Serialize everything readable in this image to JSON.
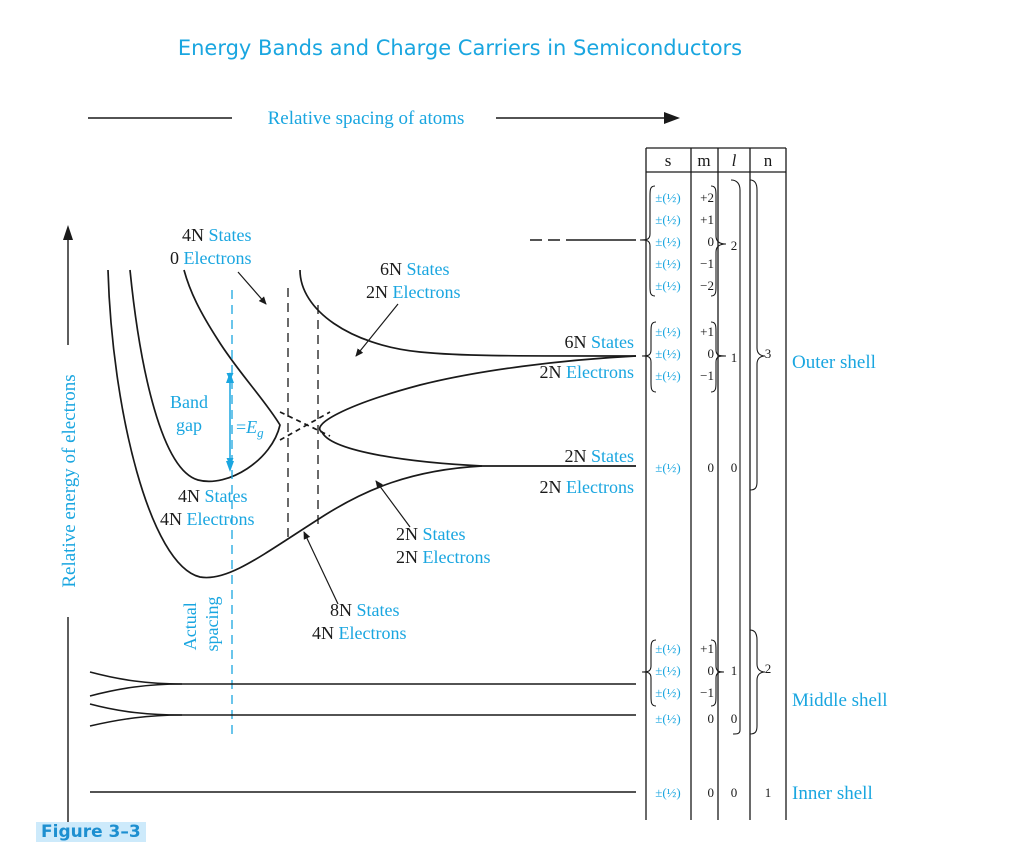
{
  "header": {
    "title": "Energy Bands and Charge Carriers in Semiconductors"
  },
  "figure_label": "Figure 3–3",
  "axes": {
    "x_label": "Relative spacing of atoms",
    "y_label": "Relative energy of electrons"
  },
  "band_labels": [
    {
      "count": "4N",
      "states": "States",
      "electrons_count": "0",
      "electrons": "Electrons"
    },
    {
      "count": "6N",
      "states": "States",
      "electrons_count": "2N",
      "electrons": "Electrons"
    },
    {
      "count": "4N",
      "states": "States",
      "electrons_count": "4N",
      "electrons": "Electrons"
    },
    {
      "count": "2N",
      "states": "States",
      "electrons_count": "2N",
      "electrons": "Electrons"
    },
    {
      "count": "8N",
      "states": "States",
      "electrons_count": "4N",
      "electrons": "Electrons"
    }
  ],
  "level_labels": [
    {
      "count": "6N",
      "states": "States",
      "electrons_count": "2N",
      "electrons": "Electrons"
    },
    {
      "count": "2N",
      "states": "States",
      "electrons_count": "2N",
      "electrons": "Electrons"
    }
  ],
  "band_gap": {
    "line1": "Band",
    "line2": "gap",
    "eq": "=",
    "symbol": "E",
    "subscript": "g"
  },
  "actual_spacing": {
    "line1": "Actual",
    "line2": "spacing"
  },
  "table": {
    "headers": {
      "s": "s",
      "m": "m",
      "l": "l",
      "n": "n"
    },
    "spin": "±(½)",
    "d_rows": {
      "m": [
        "+2",
        "+1",
        "0",
        "−1",
        "−2"
      ],
      "l": "2"
    },
    "outer_p": {
      "m": [
        "+1",
        "0",
        "−1"
      ],
      "l": "1"
    },
    "outer_s": {
      "m": "0",
      "l": "0"
    },
    "outer_n": "3",
    "middle_p": {
      "m": [
        "+1",
        "0",
        "−1"
      ],
      "l": "1"
    },
    "middle_s": {
      "m": "0",
      "l": "0"
    },
    "middle_n": "2",
    "inner": {
      "m": "0",
      "l": "0",
      "n": "1"
    }
  },
  "shells": {
    "outer": "Outer shell",
    "middle": "Middle shell",
    "inner": "Inner shell"
  },
  "colors": {
    "accent": "#1aa6e0",
    "ink": "#1a1a1a",
    "figure_bg": "#cdeafb",
    "figure_text": "#1d8fd0"
  }
}
